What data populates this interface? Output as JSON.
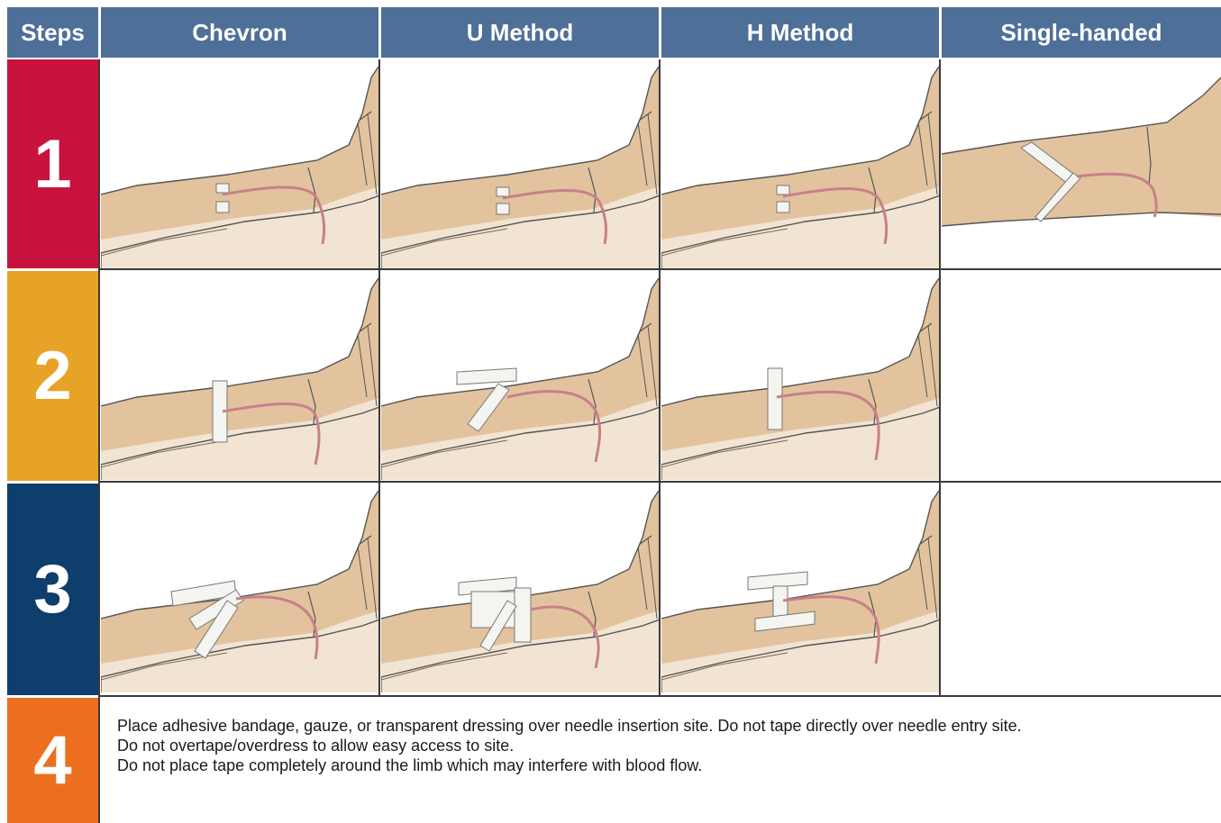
{
  "header": {
    "steps": "Steps",
    "columns": [
      "Chevron",
      "U Method",
      "H Method",
      "Single-handed"
    ]
  },
  "steps": [
    "1",
    "2",
    "3",
    "4"
  ],
  "colors": {
    "header_bg": "#4e6f98",
    "step1": "#c8133e",
    "step2": "#e7a327",
    "step3": "#0e3e6b",
    "step4": "#ec6f20",
    "skin": "#e2c39e",
    "tape": "#f4f4f0",
    "tubing": "#c8808a"
  },
  "instructions": [
    "Place adhesive bandage, gauze, or transparent dressing over needle insertion site.  Do not tape directly over needle entry site.",
    "Do not overtape/overdress to allow easy access to site.",
    "Do not place tape completely around the limb which may interfere with blood flow."
  ]
}
